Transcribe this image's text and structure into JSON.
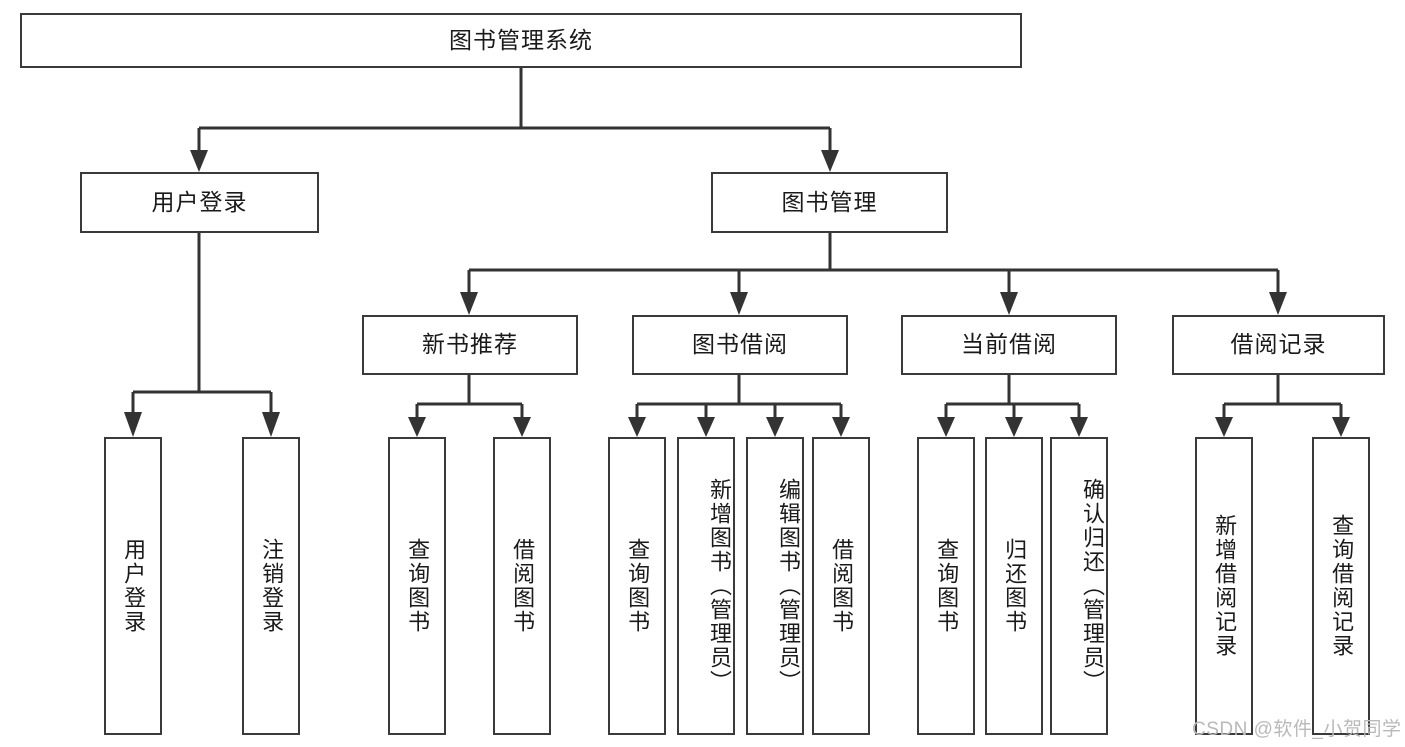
{
  "diagram": {
    "type": "hierarchy-tree",
    "title_label": "图书管理系统",
    "watermark": "CSDN @软件_小贺同学",
    "colors": {
      "box_border": "#3a3a3a",
      "connector": "#333333",
      "text": "#1a1a1a",
      "background": "#ffffff",
      "watermark": "#b9b9b9"
    },
    "levels": {
      "root": {
        "label": "图书管理系统"
      },
      "level2": [
        {
          "label": "用户登录"
        },
        {
          "label": "图书管理"
        }
      ],
      "level3": [
        {
          "label": "新书推荐"
        },
        {
          "label": "图书借阅"
        },
        {
          "label": "当前借阅"
        },
        {
          "label": "借阅记录"
        }
      ],
      "leaves": {
        "user_login": [
          {
            "label": "用户登录"
          },
          {
            "label": "注销登录"
          }
        ],
        "new_book_recommend": [
          {
            "label": "查询图书"
          },
          {
            "label": "借阅图书"
          }
        ],
        "book_borrow": [
          {
            "label": "查询图书"
          },
          {
            "label": "新增图书（管理员）"
          },
          {
            "label": "编辑图书（管理员）"
          },
          {
            "label": "借阅图书"
          }
        ],
        "current_borrow": [
          {
            "label": "查询图书"
          },
          {
            "label": "归还图书"
          },
          {
            "label": "确认归还（管理员）"
          }
        ],
        "borrow_record": [
          {
            "label": "新增借阅记录"
          },
          {
            "label": "查询借阅记录"
          }
        ]
      }
    }
  }
}
